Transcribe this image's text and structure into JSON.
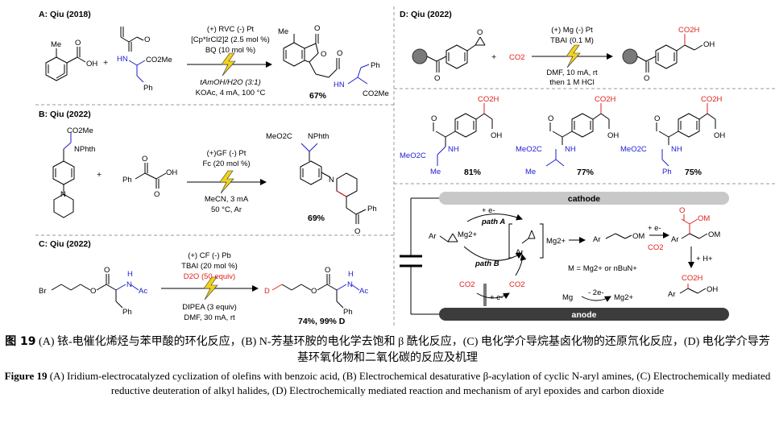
{
  "panels": {
    "A": {
      "title": "A: Qiu (2018)",
      "conditions": [
        "(+) RVC (-) Pt",
        "[Cp*IrCl2]2 (2.5 mol %)",
        "BQ (10 mol %)",
        "tAmOH/H2O (3:1)",
        "KOAc, 4 mA, 100 °C"
      ],
      "labels": {
        "me": "Me",
        "oh": "OH",
        "o_acid": "O",
        "o_lactone": "O",
        "o_lactone2": "O",
        "o_amide": "O",
        "o_amide2": "O",
        "hn": "HN",
        "hn2": "HN",
        "co2me": "CO2Me",
        "co2me2": "CO2Me",
        "ph": "Ph",
        "ph2": "Ph",
        "me2": "Me",
        "plus": "+"
      },
      "yield": "67%"
    },
    "B": {
      "title": "B: Qiu (2022)",
      "conditions": [
        "(+)GF (-) Pt",
        "Fc (20 mol %)",
        "MeCN, 3 mA",
        "50 °C, Ar"
      ],
      "labels": {
        "co2me": "CO2Me",
        "nphth": "NPhth",
        "meo2c": "MeO2C",
        "nphth2": "NPhth",
        "ph": "Ph",
        "ph2": "Ph",
        "oh": "OH",
        "o1": "O",
        "o2": "O",
        "o3": "O",
        "n": "N",
        "n2": "N",
        "plus": "+"
      },
      "yield": "69%"
    },
    "C": {
      "title": "C: Qiu (2022)",
      "conditions": [
        "(+) CF (-) Pb",
        "TBAI (20 mol %)",
        "D2O (50 equiv)",
        "DIPEA (3 equiv)",
        "DMF, 30 mA, rt"
      ],
      "labels": {
        "br": "Br",
        "d": "D",
        "o1": "O",
        "o2": "O",
        "o3": "O",
        "o4": "O",
        "h": "H",
        "h2": "H",
        "n": "N",
        "n2": "N",
        "ac": "Ac",
        "ac2": "Ac",
        "ph": "Ph",
        "ph2": "Ph"
      },
      "yield": "74%, 99% D"
    },
    "D": {
      "title": "D: Qiu (2022)",
      "conditions": [
        "(+) Mg (-) Pt",
        "TBAI (0.1 M)",
        "DMF, 10 mA, rt",
        "then 1 M HCl"
      ],
      "labels": {
        "co2": "CO2",
        "co2h": "CO2H",
        "oh": "OH",
        "o": "O",
        "o2": "O",
        "o3": "O",
        "plus": "+"
      },
      "products": [
        {
          "yield": "81%",
          "ester": "MeO2C",
          "nh": "NH",
          "co2h": "CO2H",
          "oh": "OH",
          "o": "O",
          "me": "Me"
        },
        {
          "yield": "77%",
          "ester": "MeO2C",
          "nh": "NH",
          "co2h": "CO2H",
          "oh": "OH",
          "o": "O",
          "me": "Me"
        },
        {
          "yield": "75%",
          "ester": "MeO2C",
          "nh": "NH",
          "co2h": "CO2H",
          "oh": "OH",
          "o": "O",
          "ph": "Ph"
        }
      ],
      "mechanism": {
        "cathode": "cathode",
        "anode": "anode",
        "path_a": "path A",
        "path_b": "path B",
        "e_minus": "+ e-",
        "e_minus2": "+ e-",
        "e_minus3": "+ e-",
        "two_e": "- 2e-",
        "h_plus": "+ H+",
        "mg": "Mg",
        "mg2": "Mg2+",
        "mg2_b": "Mg2+",
        "m_def": "M = Mg2+ or nBuN+",
        "ar": "Ar",
        "om": "OM",
        "om2": "OM",
        "om3": "OM",
        "co2": "CO2",
        "co2b": "CO2",
        "co2c": "CO2",
        "co2h": "CO2H",
        "oh": "OH",
        "o": "O",
        "o2": "O"
      }
    }
  },
  "caption_cn": {
    "figure_label": "图 19",
    "text": "(A) 铱-电催化烯烃与苯甲酸的环化反应，(B) N-芳基环胺的电化学去饱和 β 酰化反应，(C) 电化学介导烷基卤化物的还原氘化反应，(D) 电化学介导芳基环氧化物和二氧化碳的反应及机理"
  },
  "caption_en": {
    "figure_label": "Figure 19",
    "text": "(A) Iridium-electrocatalyzed cyclization of olefins with benzoic acid, (B) Electrochemical desaturative β-acylation of cyclic N-aryl amines, (C) Electrochemically mediated reductive deuteration of alkyl halides, (D) Electrochemically mediated reaction and mechanism of aryl epoxides and carbon dioxide"
  },
  "colors": {
    "blue": "#1d1dd0",
    "red": "#e0221e",
    "bolt": "#f2d21c",
    "divider": "#9a9a9a",
    "electrode_top": "#c8c8c8",
    "electrode_bottom": "#3c3c3c"
  }
}
